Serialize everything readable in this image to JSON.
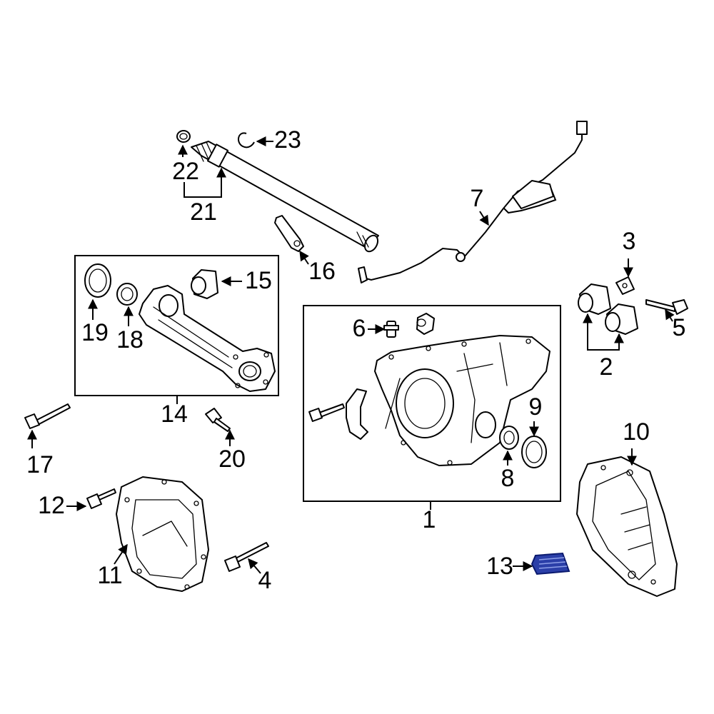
{
  "callouts": {
    "c1": "1",
    "c2": "2",
    "c3": "3",
    "c4": "4",
    "c5": "5",
    "c6": "6",
    "c7": "7",
    "c8": "8",
    "c9": "9",
    "c10": "10",
    "c11": "11",
    "c12": "12",
    "c13": "13",
    "c14": "14",
    "c15": "15",
    "c16": "16",
    "c17": "17",
    "c18": "18",
    "c19": "19",
    "c20": "20",
    "c21": "21",
    "c22": "22",
    "c23": "23"
  },
  "colors": {
    "line": "#000000",
    "highlight_fill": "#2b3fa8",
    "highlight_stroke": "#0b1a6e",
    "background": "#ffffff"
  },
  "highlighted_part": "13"
}
